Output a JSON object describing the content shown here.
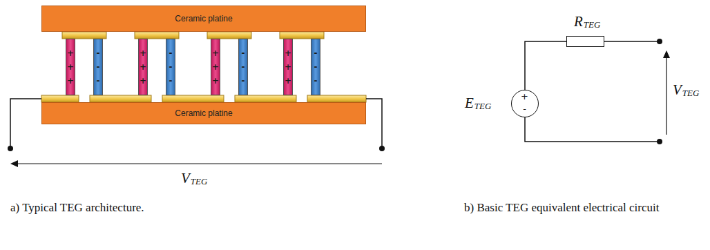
{
  "diagram": {
    "nodes": [
      {
        "text": [
          "Ceramic platine"
        ]
      },
      {
        "text": [
          "+ + +"
        ]
      },
      {
        "text": [
          "- - -"
        ]
      },
      {
        "text": [
          "+ + +"
        ]
      },
      {
        "text": [
          "- - -"
        ]
      },
      {
        "text": [
          "+ + +"
        ]
      },
      {
        "text": [
          "- - -"
        ]
      },
      {
        "text": [
          "+ + +"
        ]
      },
      {
        "text": [
          "- - -"
        ]
      },
      {
        "text": [
          "Ceramic platine"
        ]
      },
      {
        "text": [
          "E",
          "TEG",
          "+",
          "-"
        ]
      },
      {
        "text": [
          "R",
          "TEG"
        ]
      }
    ],
    "edges": [
      {
        "from": 10,
        "to": 11,
        "arrow": "none"
      }
    ],
    "labels": [
      "V",
      "TEG",
      "V",
      "TEG",
      "a) Typical TEG architecture.",
      "b) Basic TEG equivalent electrical circuit"
    ]
  }
}
